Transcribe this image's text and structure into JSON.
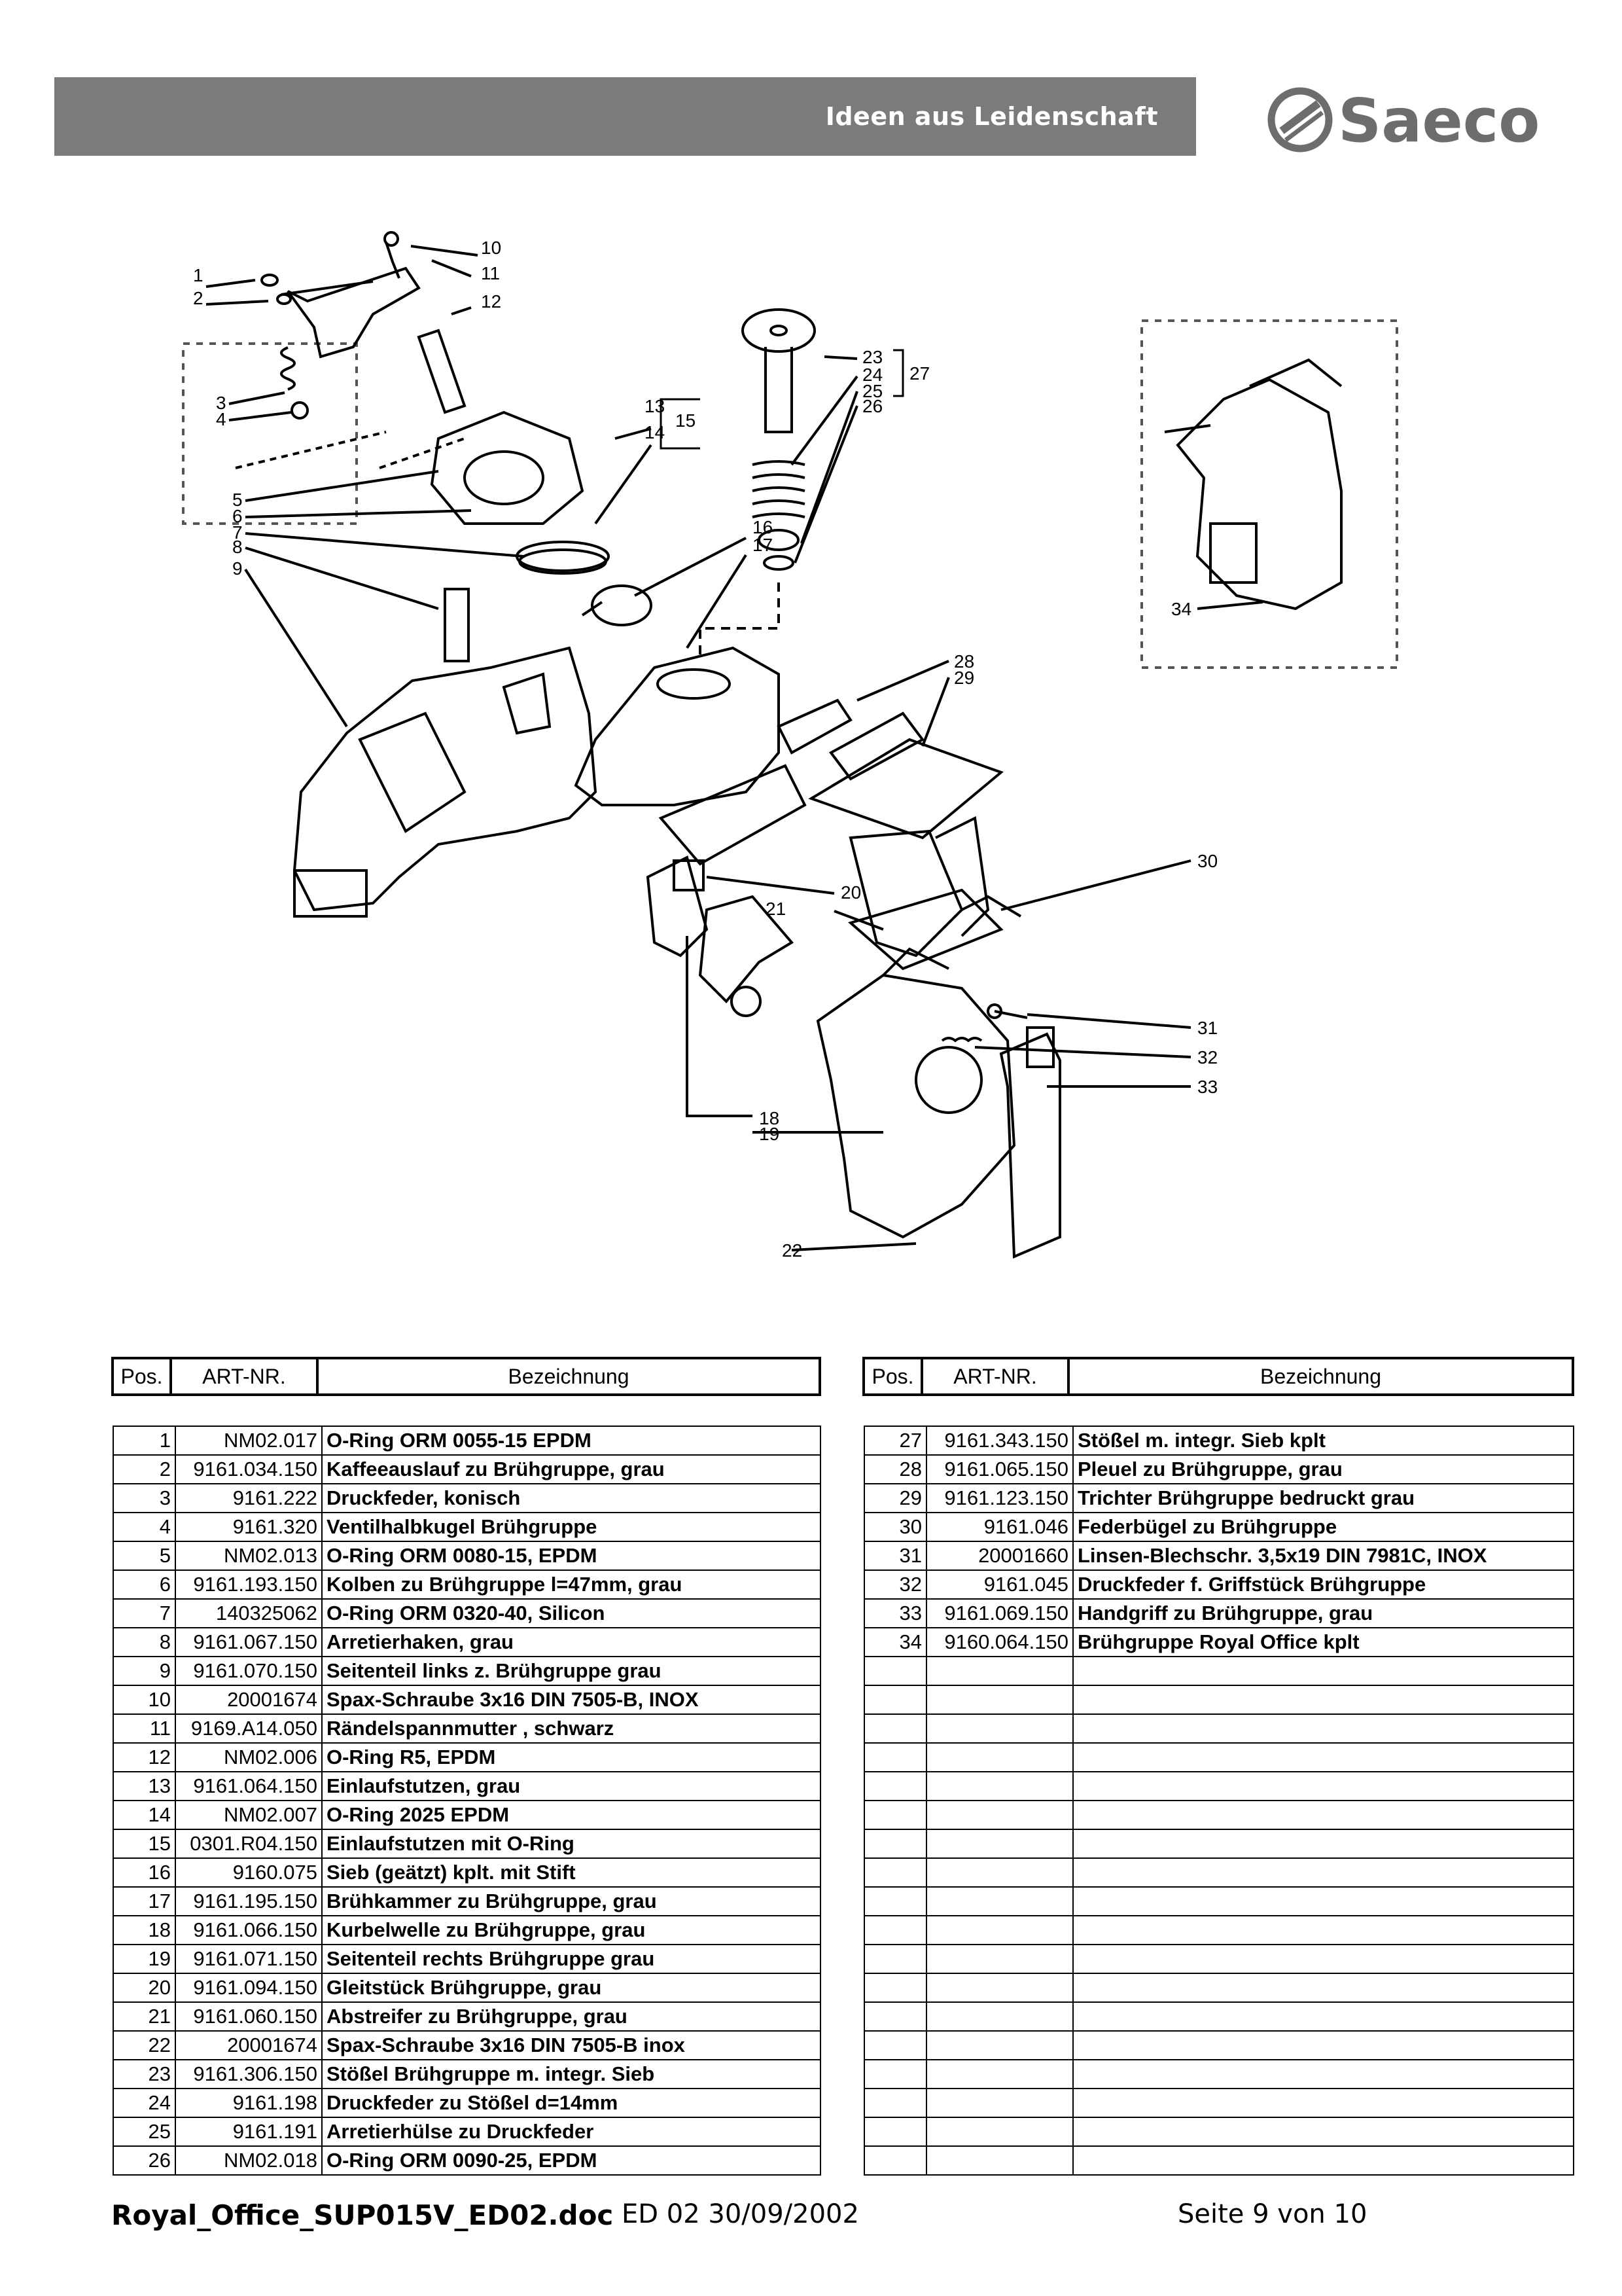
{
  "header": {
    "slogan": "Ideen aus Leidenschaft",
    "brand": "Saeco"
  },
  "drawing": {
    "callouts": [
      "1",
      "2",
      "3",
      "4",
      "5",
      "6",
      "7",
      "8",
      "9",
      "10",
      "11",
      "12",
      "13",
      "14",
      "15",
      "16",
      "17",
      "18",
      "19",
      "20",
      "21",
      "22",
      "23",
      "24",
      "25",
      "26",
      "27",
      "28",
      "29",
      "30",
      "31",
      "32",
      "33",
      "34"
    ]
  },
  "table": {
    "headers": [
      "Pos.",
      "ART-NR.",
      "Bezeichnung"
    ],
    "left": [
      {
        "pos": "1",
        "art": "NM02.017",
        "desc": "O-Ring ORM 0055-15 EPDM"
      },
      {
        "pos": "2",
        "art": "9161.034.150",
        "desc": "Kaffeeauslauf zu Brühgruppe, grau"
      },
      {
        "pos": "3",
        "art": "9161.222",
        "desc": "Druckfeder, konisch"
      },
      {
        "pos": "4",
        "art": "9161.320",
        "desc": "Ventilhalbkugel Brühgruppe"
      },
      {
        "pos": "5",
        "art": "NM02.013",
        "desc": "O-Ring ORM 0080-15, EPDM"
      },
      {
        "pos": "6",
        "art": "9161.193.150",
        "desc": "Kolben zu Brühgruppe l=47mm, grau"
      },
      {
        "pos": "7",
        "art": "140325062",
        "desc": "O-Ring ORM 0320-40, Silicon"
      },
      {
        "pos": "8",
        "art": "9161.067.150",
        "desc": "Arretierhaken, grau"
      },
      {
        "pos": "9",
        "art": "9161.070.150",
        "desc": "Seitenteil links z. Brühgruppe grau"
      },
      {
        "pos": "10",
        "art": "20001674",
        "desc": "Spax-Schraube 3x16 DIN 7505-B, INOX"
      },
      {
        "pos": "11",
        "art": "9169.A14.050",
        "desc": "Rändelspannmutter , schwarz"
      },
      {
        "pos": "12",
        "art": "NM02.006",
        "desc": "O-Ring R5, EPDM"
      },
      {
        "pos": "13",
        "art": "9161.064.150",
        "desc": "Einlaufstutzen, grau"
      },
      {
        "pos": "14",
        "art": "NM02.007",
        "desc": "O-Ring 2025 EPDM"
      },
      {
        "pos": "15",
        "art": "0301.R04.150",
        "desc": "Einlaufstutzen mit O-Ring"
      },
      {
        "pos": "16",
        "art": "9160.075",
        "desc": "Sieb (geätzt) kplt. mit Stift"
      },
      {
        "pos": "17",
        "art": "9161.195.150",
        "desc": "Brühkammer zu Brühgruppe, grau"
      },
      {
        "pos": "18",
        "art": "9161.066.150",
        "desc": "Kurbelwelle zu Brühgruppe, grau"
      },
      {
        "pos": "19",
        "art": "9161.071.150",
        "desc": "Seitenteil rechts Brühgruppe grau"
      },
      {
        "pos": "20",
        "art": "9161.094.150",
        "desc": "Gleitstück Brühgruppe, grau"
      },
      {
        "pos": "21",
        "art": "9161.060.150",
        "desc": "Abstreifer zu  Brühgruppe, grau"
      },
      {
        "pos": "22",
        "art": "20001674",
        "desc": "Spax-Schraube 3x16 DIN 7505-B inox"
      },
      {
        "pos": "23",
        "art": "9161.306.150",
        "desc": "Stößel Brühgruppe m. integr. Sieb"
      },
      {
        "pos": "24",
        "art": "9161.198",
        "desc": "Druckfeder zu Stößel d=14mm"
      },
      {
        "pos": "25",
        "art": "9161.191",
        "desc": "Arretierhülse zu Druckfeder"
      },
      {
        "pos": "26",
        "art": "NM02.018",
        "desc": "O-Ring ORM  0090-25, EPDM"
      }
    ],
    "right": [
      {
        "pos": "27",
        "art": "9161.343.150",
        "desc": "Stößel m. integr. Sieb kplt"
      },
      {
        "pos": "28",
        "art": "9161.065.150",
        "desc": "Pleuel zu Brühgruppe, grau"
      },
      {
        "pos": "29",
        "art": "9161.123.150",
        "desc": "Trichter Brühgruppe bedruckt grau"
      },
      {
        "pos": "30",
        "art": "9161.046",
        "desc": "Federbügel zu Brühgruppe"
      },
      {
        "pos": "31",
        "art": "20001660",
        "desc": "Linsen-Blechschr. 3,5x19 DIN 7981C, INOX"
      },
      {
        "pos": "32",
        "art": "9161.045",
        "desc": "Druckfeder f. Griffstück Brühgruppe"
      },
      {
        "pos": "33",
        "art": "9161.069.150",
        "desc": "Handgriff zu Brühgruppe, grau"
      },
      {
        "pos": "34",
        "art": "9160.064.150",
        "desc": "Brühgruppe Royal Office kplt"
      },
      {
        "pos": "",
        "art": "",
        "desc": ""
      },
      {
        "pos": "",
        "art": "",
        "desc": ""
      },
      {
        "pos": "",
        "art": "",
        "desc": ""
      },
      {
        "pos": "",
        "art": "",
        "desc": ""
      },
      {
        "pos": "",
        "art": "",
        "desc": ""
      },
      {
        "pos": "",
        "art": "",
        "desc": ""
      },
      {
        "pos": "",
        "art": "",
        "desc": ""
      },
      {
        "pos": "",
        "art": "",
        "desc": ""
      },
      {
        "pos": "",
        "art": "",
        "desc": ""
      },
      {
        "pos": "",
        "art": "",
        "desc": ""
      },
      {
        "pos": "",
        "art": "",
        "desc": ""
      },
      {
        "pos": "",
        "art": "",
        "desc": ""
      },
      {
        "pos": "",
        "art": "",
        "desc": ""
      },
      {
        "pos": "",
        "art": "",
        "desc": ""
      },
      {
        "pos": "",
        "art": "",
        "desc": ""
      },
      {
        "pos": "",
        "art": "",
        "desc": ""
      },
      {
        "pos": "",
        "art": "",
        "desc": ""
      },
      {
        "pos": "",
        "art": "",
        "desc": ""
      }
    ]
  },
  "footer": {
    "filename": "Royal_Office_SUP015V_ED02.doc",
    "edition": "ED 02 30/09/2002",
    "page": "Seite 9 von 10"
  }
}
